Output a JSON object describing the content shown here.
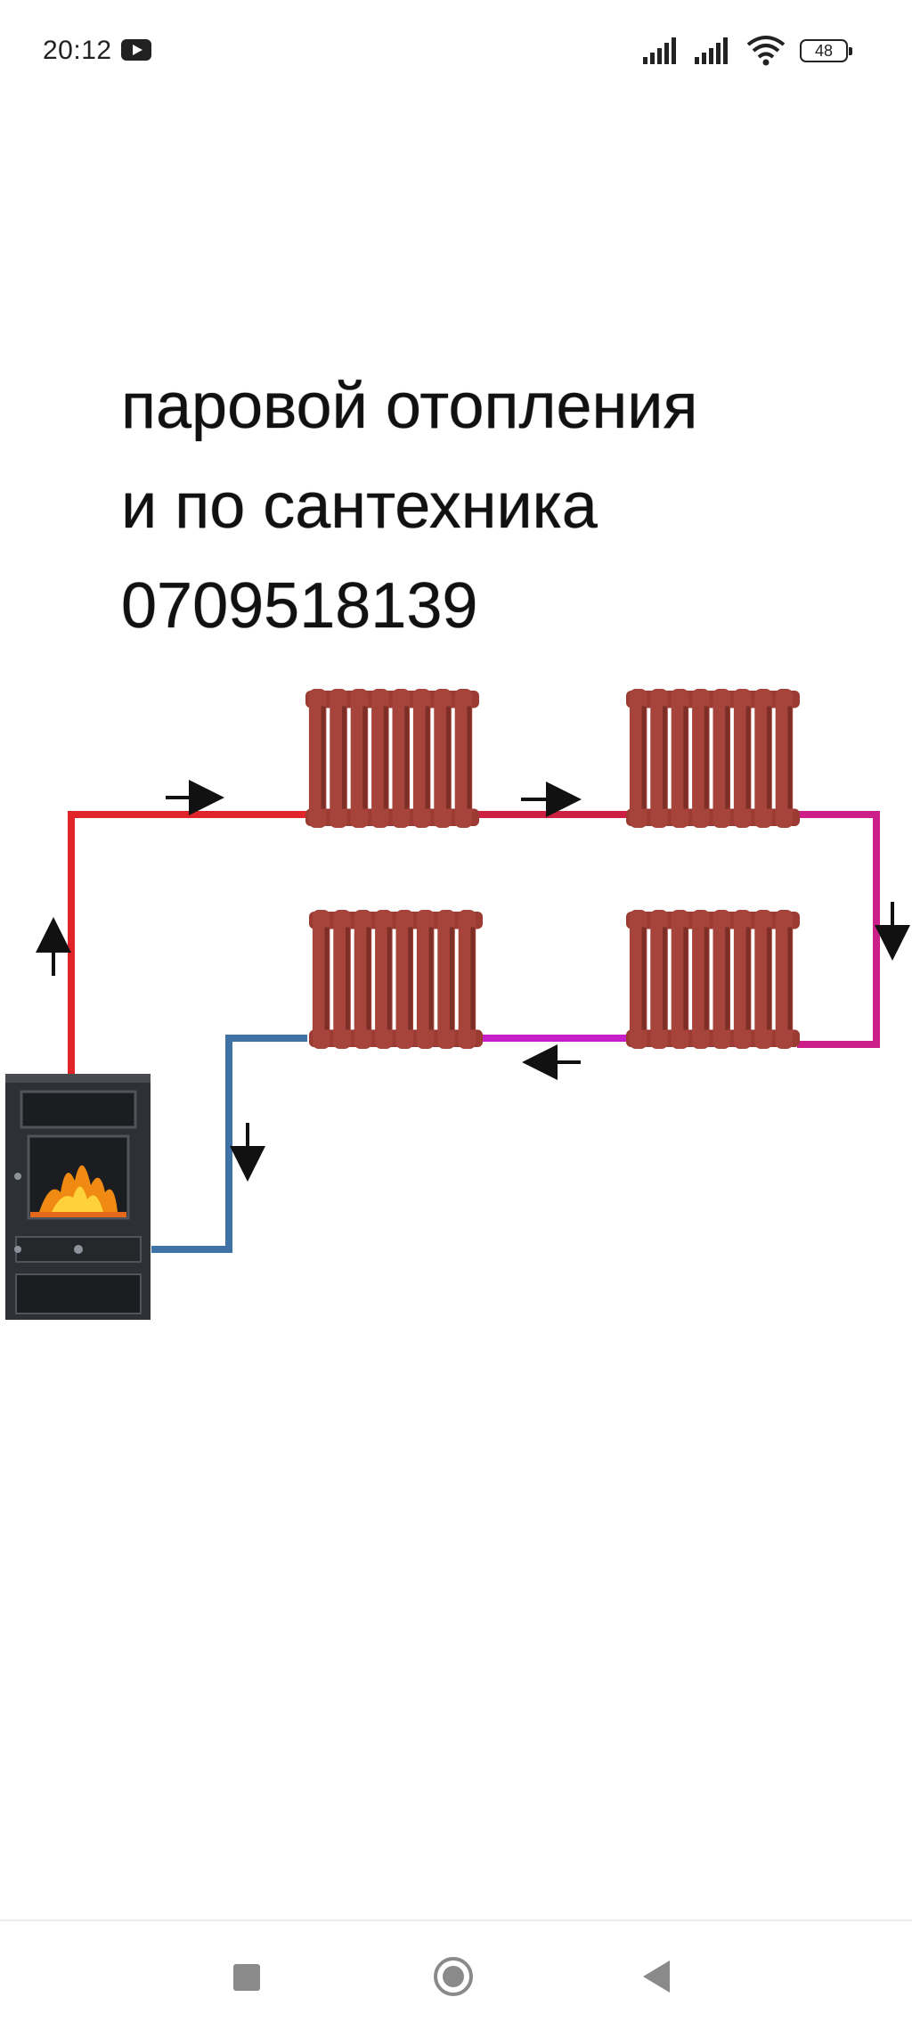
{
  "status_bar": {
    "time": "20:12",
    "battery_level": "48",
    "icons": [
      "youtube-icon",
      "signal-icon",
      "signal-icon",
      "wifi-icon",
      "battery-icon"
    ]
  },
  "ad": {
    "lines": [
      "паровой отопления",
      "и по сантехника",
      "0709518139"
    ]
  },
  "diagram": {
    "colors": {
      "hot_pipe": "#e0242a",
      "mid_pipe": "#d21d6f",
      "return_mid": "#c81ec8",
      "cold_pipe": "#3f73a8",
      "radiator": "#a6433a",
      "radiator_shade": "#7d2f27",
      "stove": "#2d3034"
    },
    "icons": [
      "radiator-icon",
      "stove-icon",
      "flow-arrow-icon"
    ]
  },
  "nav_bar": {
    "buttons": [
      "recent-apps-button",
      "home-button",
      "back-button"
    ]
  }
}
